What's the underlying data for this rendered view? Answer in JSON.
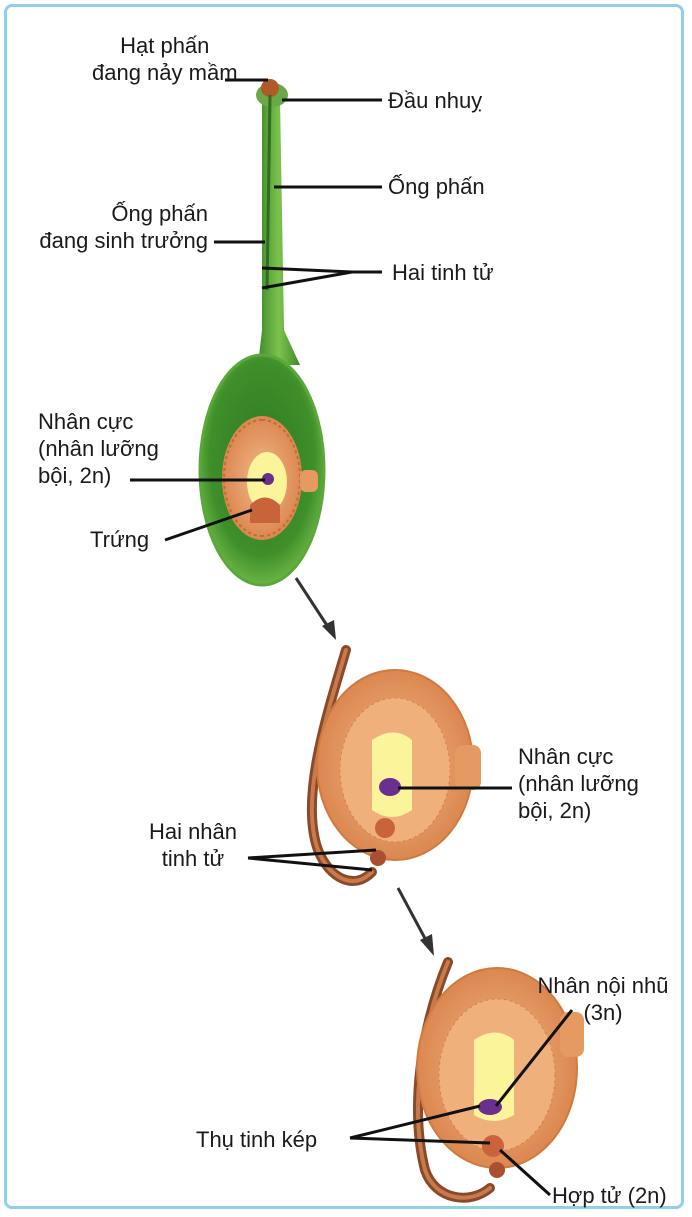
{
  "labels": {
    "germinating_pollen": [
      "Hạt phấn",
      "đang nảy mầm"
    ],
    "stigma": "Đầu nhuỵ",
    "pollen_tube": "Ống phấn",
    "growing_pollen_tube": [
      "Ống phấn",
      "đang sinh trưởng"
    ],
    "two_sperm": "Hai tinh tử",
    "polar_nucleus_1": [
      "Nhân cực",
      "(nhân lưỡng",
      "bội, 2n)"
    ],
    "egg": "Trứng",
    "polar_nucleus_2": [
      "Nhân cực",
      "(nhân lưỡng",
      "bội, 2n)"
    ],
    "two_sperm_nuclei": [
      "Hai nhân",
      "tinh tử"
    ],
    "endosperm_nucleus": [
      "Nhân nội nhũ",
      "(3n)"
    ],
    "double_fertilization": "Thụ tinh kép",
    "zygote": "Hợp tử (2n)"
  },
  "colors": {
    "frame": "#8fd0e6",
    "style_green": "#5aa83a",
    "ovary_green": "#3e8f2a",
    "ovule_orange": "#e59a62",
    "ovule_inner": "#f7d9a8",
    "embryo_sac": "#fbf49a",
    "nucleus_purple": "#6b2f8f",
    "tube_brown": "#8a4a2a"
  }
}
